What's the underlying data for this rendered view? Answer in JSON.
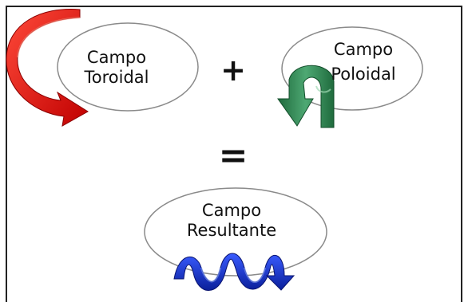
{
  "toroidal": {
    "line1": "Campo",
    "line2": "Toroidal",
    "arrow_color": "#e11a1a"
  },
  "poloidal": {
    "line1": "Campo",
    "line2": "Poloidal",
    "arrow_color": "#2f8a55"
  },
  "resultante": {
    "line1": "Campo",
    "line2": "Resultante",
    "helix_color": "#1f3fd6"
  },
  "operators": {
    "plus": "+",
    "equals": "="
  },
  "colors": {
    "ellipse_stroke": "#8a8a8a",
    "frame": "#222222",
    "text": "#111111"
  }
}
